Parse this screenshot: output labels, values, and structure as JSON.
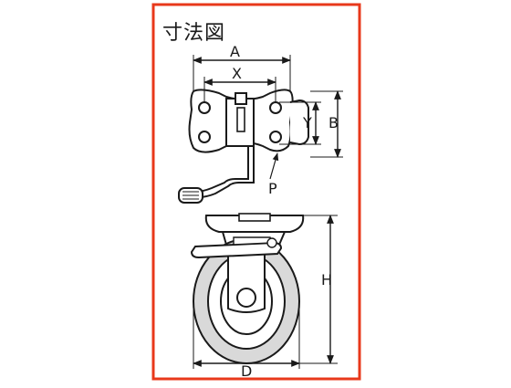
{
  "title": "寸法図",
  "labels": {
    "A": "A",
    "X": "X",
    "Y": "Y",
    "B": "B",
    "P": "P",
    "H": "H",
    "D": "D"
  },
  "colors": {
    "frame": "#e8381b",
    "line": "#1a1a1a",
    "dim_line": "#1a1a1a",
    "fill_light": "#ffffff",
    "fill_grey": "#d9d9d9"
  }
}
